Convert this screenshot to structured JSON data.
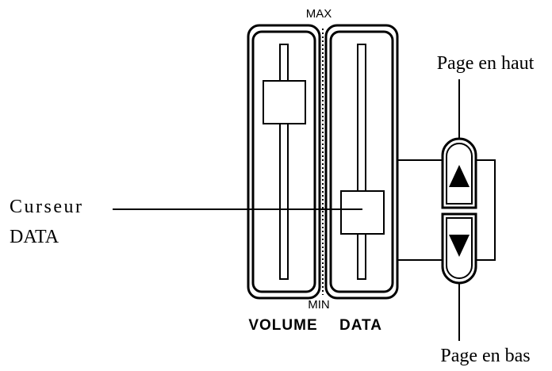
{
  "scale_labels": {
    "max": "MAX",
    "min": "MIN"
  },
  "sliders": {
    "volume_label": "VOLUME",
    "data_label": "DATA"
  },
  "callouts": {
    "cursor_line1": "Curseur",
    "cursor_line2": "DATA",
    "page_up": "Page en haut",
    "page_down": "Page en bas"
  },
  "icons": {
    "page_up": "triangle-up-icon",
    "page_down": "triangle-down-icon"
  },
  "colors": {
    "ink": "#000000",
    "background": "#ffffff"
  }
}
